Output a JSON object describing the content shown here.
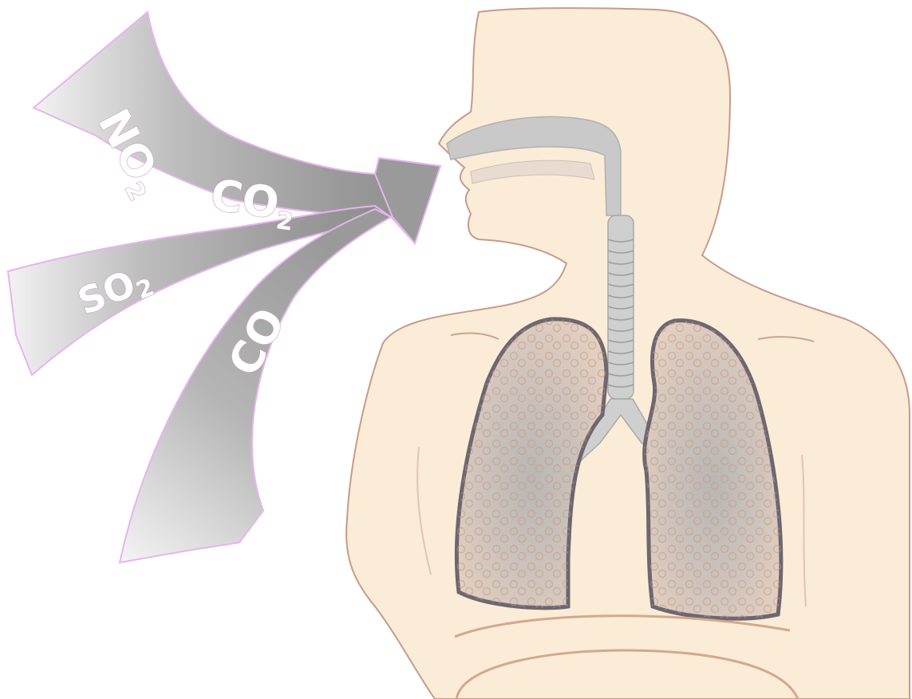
{
  "gases": {
    "no2": {
      "symbol": "NO",
      "subscript": "2"
    },
    "co2": {
      "symbol": "CO",
      "subscript": "2"
    },
    "so2": {
      "symbol": "SO",
      "subscript": "2"
    },
    "co": {
      "symbol": "CO"
    }
  },
  "colors": {
    "skin": "#faecd7",
    "skin_outline": "#c99a8a",
    "arrow_gray": "#9a9a9a",
    "arrow_edge": "#e6b4ee",
    "lung_outline": "#6e6670",
    "alveoli": "#c8a08c",
    "airway": "#c9c9c9"
  }
}
